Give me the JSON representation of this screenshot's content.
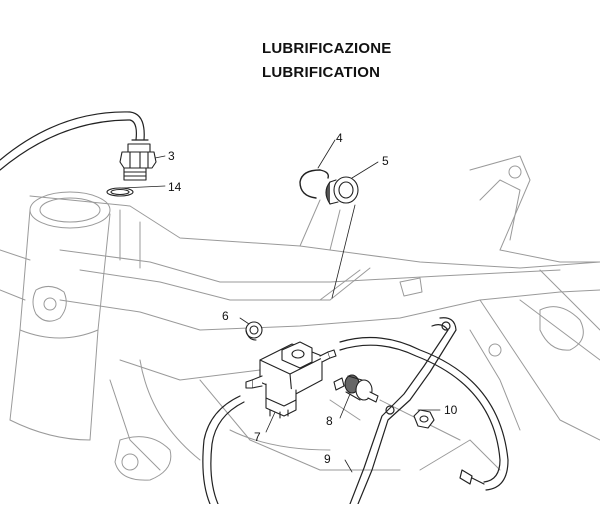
{
  "title": {
    "italian": "LUBRIFICAZIONE",
    "english": "LUBRIFICATION"
  },
  "callouts": [
    {
      "id": "3",
      "label": "3"
    },
    {
      "id": "4",
      "label": "4"
    },
    {
      "id": "5",
      "label": "5"
    },
    {
      "id": "6",
      "label": "6"
    },
    {
      "id": "7",
      "label": "7"
    },
    {
      "id": "8",
      "label": "8"
    },
    {
      "id": "9",
      "label": "9"
    },
    {
      "id": "10",
      "label": "10"
    },
    {
      "id": "14",
      "label": "14"
    }
  ]
}
